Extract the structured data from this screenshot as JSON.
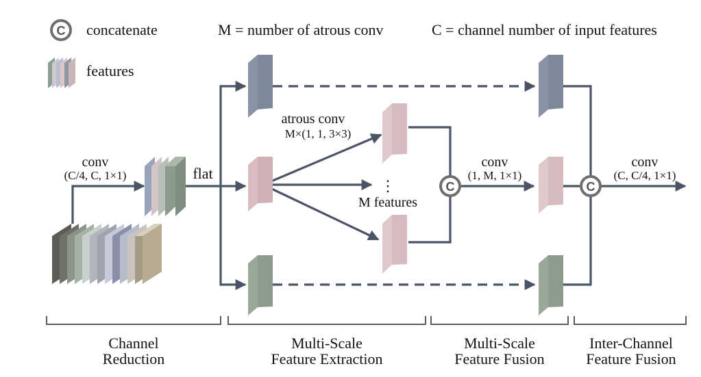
{
  "legend": {
    "concat_symbol": "C",
    "concat_label": "concatenate",
    "features_label": "features",
    "m_definition": "M = number of atrous conv",
    "c_definition": "C = channel number of input features"
  },
  "annotations": {
    "conv1_title": "conv",
    "conv1_params": "(C/4, C, 1×1)",
    "flat": "flat",
    "atrous_title": "atrous conv",
    "atrous_params": "M×(1, 1, 3×3)",
    "ellipsis": "⋮",
    "m_features": "M features",
    "conv2_title": "conv",
    "conv2_params": "(1, M, 1×1)",
    "conv3_title": "conv",
    "conv3_params": "(C, C/4, 1×1)",
    "concat_symbol": "C"
  },
  "stages": [
    {
      "line1": "Channel",
      "line2": "Reduction"
    },
    {
      "line1": "Multi-Scale",
      "line2": "Feature Extraction"
    },
    {
      "line1": "Multi-Scale",
      "line2": "Feature Fusion"
    },
    {
      "line1": "Inter-Channel",
      "line2": "Feature Fusion"
    }
  ],
  "colors": {
    "arrow": "#4a5466",
    "feature_blue": "#9aa6b8",
    "feature_pink": "#dcc2c4",
    "feature_green": "#9fae9f",
    "concat_ring": "#6e6e6e",
    "bracket": "#555c66"
  }
}
